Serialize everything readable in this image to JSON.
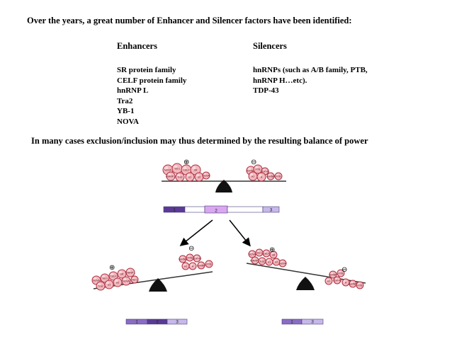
{
  "intro": "Over the years, a great number of Enhancer and Silencer factors have been identified:",
  "enhancers": {
    "heading": "Enhancers",
    "items": [
      "SR protein family",
      "CELF protein family",
      "hnRNP L",
      "Tra2",
      "YB-1",
      "NOVA"
    ]
  },
  "silencers": {
    "heading": "Silencers",
    "items": [
      "hnRNPs (such as A/B family, PTB,",
      "hnRNP H…etc).",
      "TDP-43"
    ]
  },
  "balance_statement": "In many cases exclusion/inclusion may thus determined by the resulting balance of power",
  "figure": {
    "plus_symbol": "⊕",
    "minus_symbol": "⊖",
    "exon_labels": [
      "1",
      "2",
      "3"
    ],
    "enhancer_protein_labels": [
      "NOVA",
      "YB-1",
      "CELF",
      "SR",
      "hnRNP L",
      "Tra2",
      "U1",
      "U2"
    ],
    "silencer_protein_labels": [
      "hnRNP",
      "PTB",
      "TDP-43",
      "A1",
      "H"
    ],
    "colors": {
      "protein_fill": "#f2b8be",
      "protein_stroke": "#b03040",
      "exon_dark": "#5a3a96",
      "exon_mid": "#8a6cc4",
      "exon_light": "#c7b8ec",
      "exon_center": "#d9a7ef",
      "fulcrum": "#111111"
    }
  }
}
